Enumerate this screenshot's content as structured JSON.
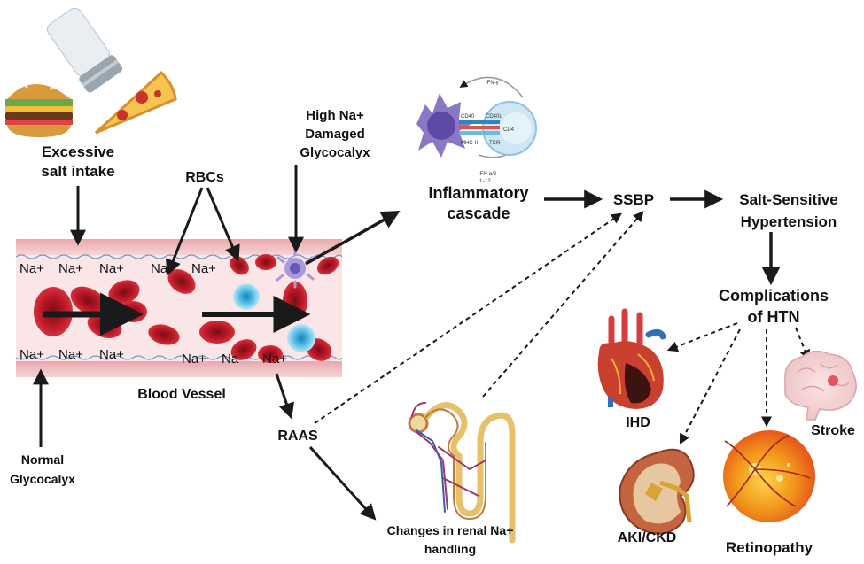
{
  "labels": {
    "excessive_salt_1": "Excessive",
    "excessive_salt_2": "salt intake",
    "rbcs": "RBCs",
    "high_na_1": "High Na+",
    "high_na_2": "Damaged",
    "high_na_3": "Glycocalyx",
    "inflammatory_1": "Inflammatory",
    "inflammatory_2": "cascade",
    "ssbp": "SSBP",
    "ssh_1": "Salt-Sensitive",
    "ssh_2": "Hypertension",
    "complications_1": "Complications",
    "complications_2": "of HTN",
    "blood_vessel": "Blood Vessel",
    "normal_1": "Normal",
    "normal_2": "Glycocalyx",
    "raas": "RAAS",
    "renal_1": "Changes in renal Na+",
    "renal_2": "handling",
    "ihd": "IHD",
    "stroke": "Stroke",
    "akickd": "AKI/CKD",
    "retinopathy": "Retinopathy"
  },
  "sodium": {
    "top_row": [
      "Na+",
      "Na+",
      "Na+",
      "Na+",
      "Na+"
    ],
    "bottom_row": [
      "Na+",
      "Na+",
      "Na+",
      "Na+",
      "Na",
      "Na+"
    ]
  },
  "immune_inset": {
    "ifn_gamma": "IFN-γ",
    "cd40": "CD40",
    "cd40l": "CD40L",
    "cd4": "CD4",
    "mhc": "MHC-II",
    "tcr": "TCR",
    "ifn_ab": "IFN-α/β",
    "il12": "IL-12"
  },
  "colors": {
    "vessel_wall": "#f3c6c8",
    "rbc": "#c41e2a",
    "arrow": "#1a1a1a"
  }
}
